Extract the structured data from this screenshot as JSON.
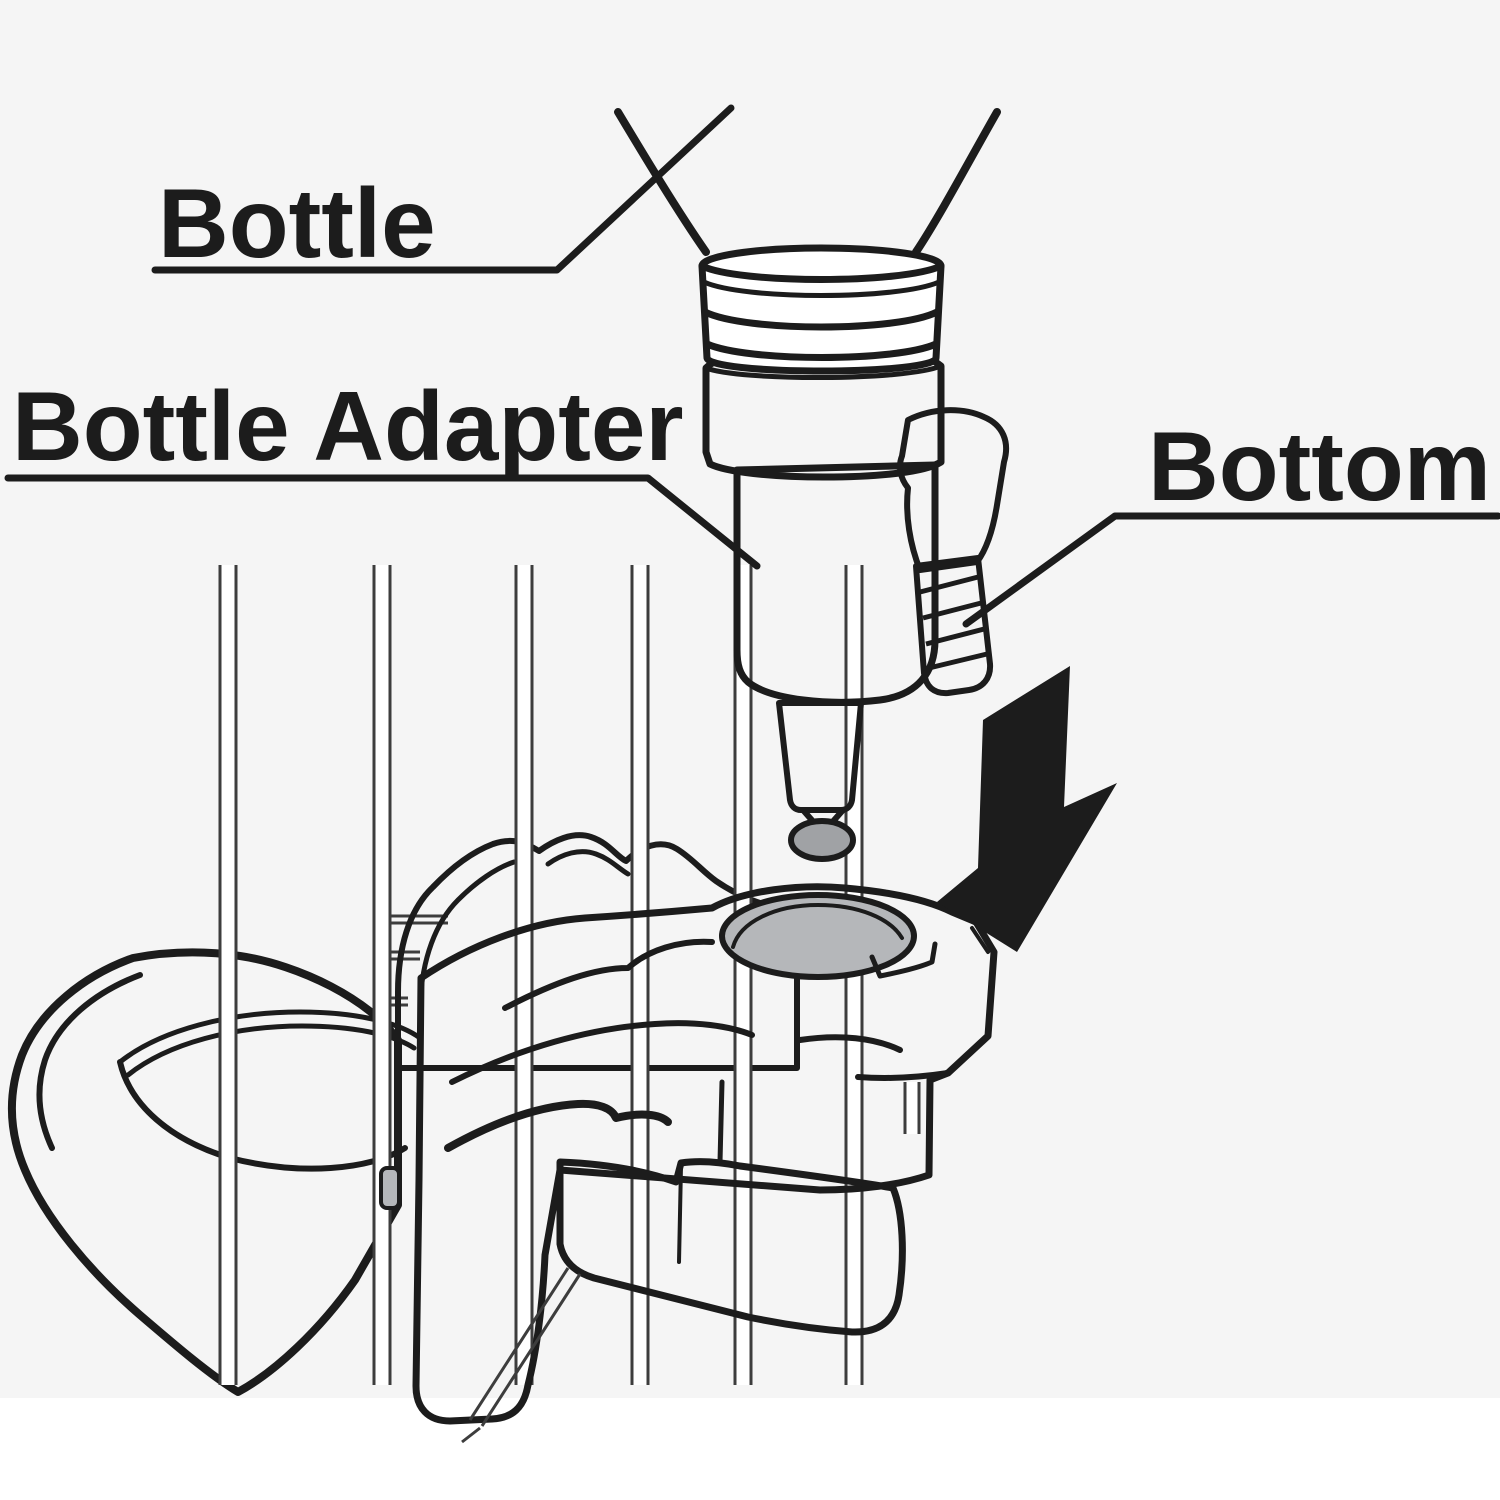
{
  "labels": {
    "bottle": "Bottle",
    "bottle_adapter": "Bottle Adapter",
    "bottom": "Bottom"
  },
  "parts": [
    "bottle",
    "bottle-neck-rings",
    "bottle-adapter",
    "adapter-collar",
    "adapter-clip",
    "adapter-ridged-tab",
    "nozzle",
    "valve-ball",
    "down-arrow",
    "mounting-bracket",
    "bracket-back-plate",
    "bracket-cup",
    "cage-wires",
    "water-bowl",
    "holder-base"
  ],
  "colors": {
    "bg": "#f5f5f5",
    "paper": "#ffffff",
    "ink": "#1c1c1c",
    "gray-ad": "#8f9194",
    "gray-nz": "#a0a2a5",
    "gray-tab": "#a8aaad",
    "gray-br": "#b5b7ba"
  }
}
